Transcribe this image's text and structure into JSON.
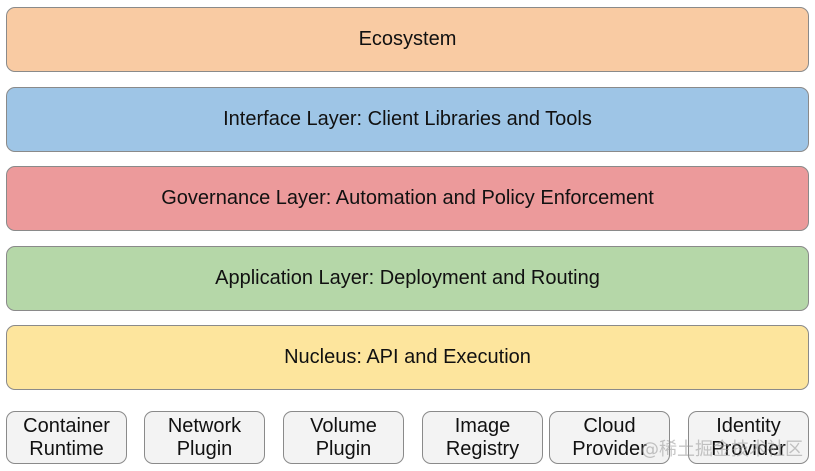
{
  "layers": [
    {
      "label": "Ecosystem",
      "color": "#f9cba3"
    },
    {
      "label": "Interface Layer: Client Libraries and Tools",
      "color": "#9ec5e6"
    },
    {
      "label": "Governance Layer: Automation and Policy Enforcement",
      "color": "#ec9a9b"
    },
    {
      "label": "Application Layer: Deployment and Routing",
      "color": "#b5d7a8"
    },
    {
      "label": "Nucleus: API and Execution",
      "color": "#fde59d"
    }
  ],
  "plugins": [
    {
      "line1": "Container",
      "line2": "Runtime"
    },
    {
      "line1": "Network",
      "line2": "Plugin"
    },
    {
      "line1": "Volume",
      "line2": "Plugin"
    },
    {
      "line1": "Image",
      "line2": "Registry"
    },
    {
      "line1": "Cloud",
      "line2": "Provider"
    },
    {
      "line1": "Identity",
      "line2": "Provider"
    }
  ],
  "plugin_color": "#f3f3f3",
  "watermark": "@稀土掘金技术社区"
}
